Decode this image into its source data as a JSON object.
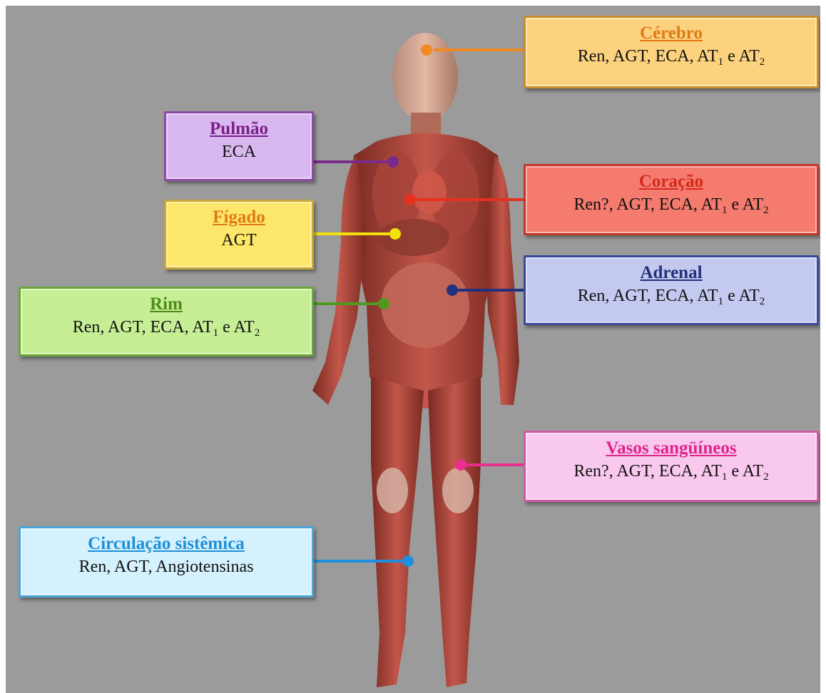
{
  "organs": [
    {
      "id": "cerebro",
      "title": "Cérebro",
      "content": [
        [
          "Ren, AGT, ECA, AT",
          ""
        ],
        [
          "1",
          "sub"
        ],
        [
          " e AT",
          ""
        ],
        [
          "2",
          "sub"
        ]
      ],
      "title_color": "#e07a16",
      "fill": "#fcd27e",
      "border": "#c98d2c",
      "dot_color": "#f08a24"
    },
    {
      "id": "pulmao",
      "title": "Pulmão",
      "content": [
        [
          "ECA",
          ""
        ]
      ],
      "title_color": "#7a1f8a",
      "fill": "#d9b8f0",
      "border": "#8e4aa6",
      "dot_color": "#7a2a8a"
    },
    {
      "id": "coracao",
      "title": "Coração",
      "content": [
        [
          "Ren?, AGT, ECA, AT",
          ""
        ],
        [
          "1",
          "sub"
        ],
        [
          " e AT",
          ""
        ],
        [
          "2",
          "sub"
        ]
      ],
      "title_color": "#d42a1a",
      "fill": "#f47b6e",
      "border": "#c0392b",
      "dot_color": "#e5321f"
    },
    {
      "id": "figado",
      "title": "Fígado",
      "content": [
        [
          "AGT",
          ""
        ]
      ],
      "title_color": "#e07a16",
      "fill": "#fde76a",
      "border": "#c9a63a",
      "dot_color": "#f2e20c"
    },
    {
      "id": "adrenal",
      "title": "Adrenal",
      "content": [
        [
          "Ren, AGT, ECA, AT",
          ""
        ],
        [
          "1",
          "sub"
        ],
        [
          " e AT",
          ""
        ],
        [
          "2",
          "sub"
        ]
      ],
      "title_color": "#23307a",
      "fill": "#c3c9ef",
      "border": "#3b4a9a",
      "dot_color": "#22307e"
    },
    {
      "id": "rim",
      "title": "Rim",
      "content": [
        [
          "Ren, AGT, ECA, AT",
          ""
        ],
        [
          "1",
          "sub"
        ],
        [
          " e AT",
          ""
        ],
        [
          "2",
          "sub"
        ]
      ],
      "title_color": "#4f8a1a",
      "fill": "#c6ef95",
      "border": "#6aa63a",
      "dot_color": "#4f9a1e"
    },
    {
      "id": "vasos",
      "title": "Vasos sangüíneos",
      "content": [
        [
          "Ren?, AGT, ECA, AT",
          ""
        ],
        [
          "1",
          "sub"
        ],
        [
          " e AT",
          ""
        ],
        [
          "2",
          "sub"
        ]
      ],
      "title_color": "#e0258a",
      "fill": "#f9c8ee",
      "border": "#d05aa8",
      "dot_color": "#ea2f8f"
    },
    {
      "id": "circulacao",
      "title": "Circulação sistêmica",
      "content": [
        [
          "Ren, AGT, Angiotensinas",
          ""
        ]
      ],
      "title_color": "#1e8fd8",
      "fill": "#d4f1fd",
      "border": "#4aa6d8",
      "dot_color": "#1e8fe0"
    }
  ]
}
